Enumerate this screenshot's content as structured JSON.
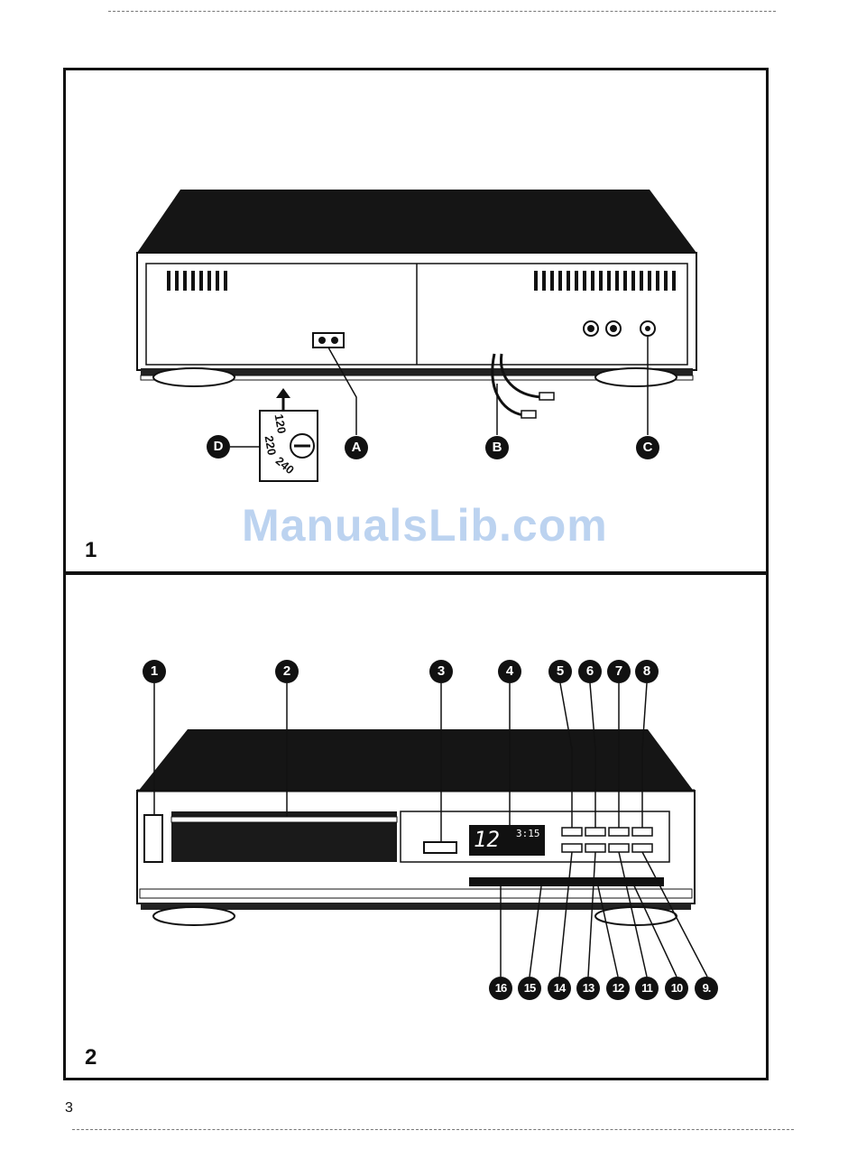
{
  "figure1": {
    "number": "1",
    "callouts": [
      "A",
      "B",
      "C",
      "D"
    ],
    "voltage_labels": [
      "120",
      "220",
      "240"
    ]
  },
  "figure2": {
    "number": "2",
    "callouts_top": [
      "1",
      "2",
      "3",
      "4",
      "5",
      "6",
      "7",
      "8"
    ],
    "callouts_bottom": [
      "16",
      "15",
      "14",
      "13",
      "12",
      "11",
      "10",
      "9."
    ],
    "display_track": "12",
    "display_time": "3:15"
  },
  "page_number": "3",
  "watermark": "ManualsLib.com"
}
